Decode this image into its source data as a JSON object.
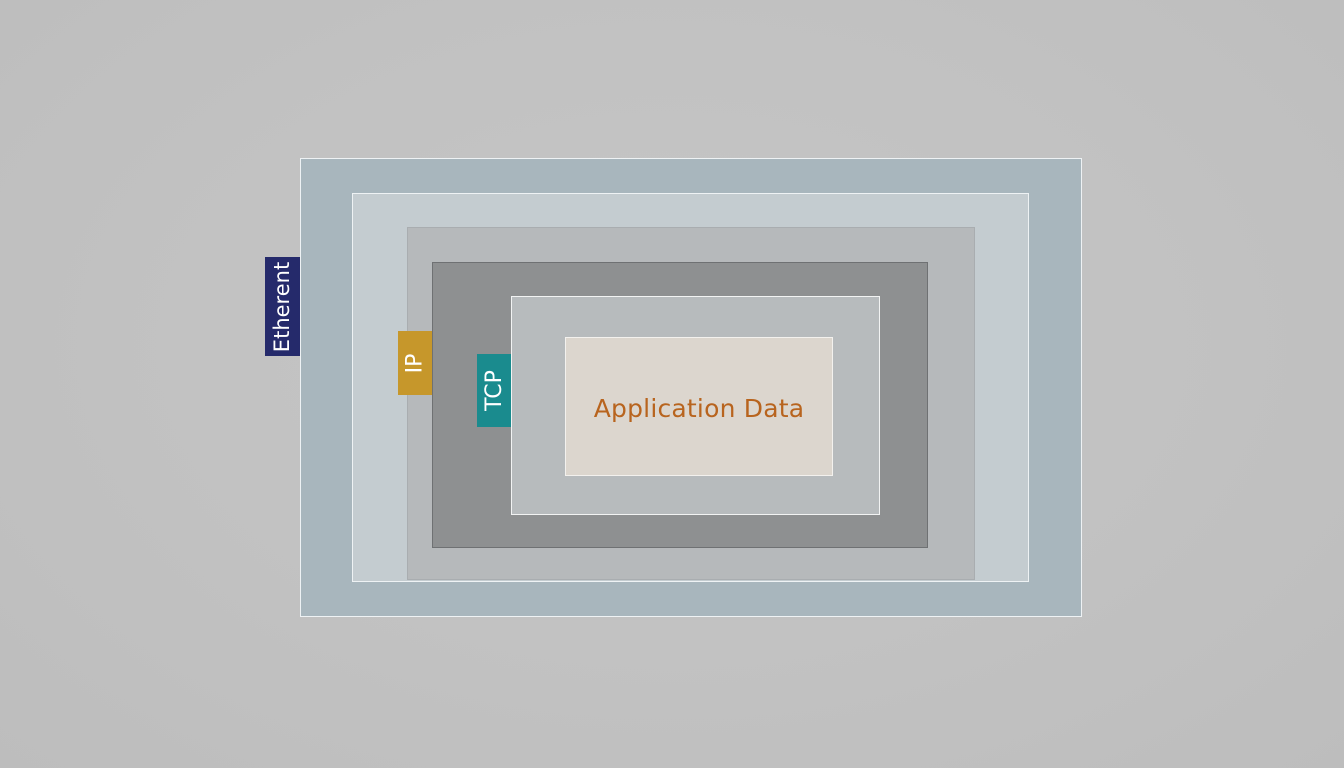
{
  "diagram": {
    "layers": {
      "ethernet": {
        "label": "Etherent",
        "tag_color": "#252a6b",
        "fill": "#a8b6bd"
      },
      "ip": {
        "label": "IP",
        "tag_color": "#c6972b",
        "fill": "#c4ccd0"
      },
      "tcp": {
        "label": "TCP",
        "tag_color": "#1a8b8e",
        "fill": "#8e9091"
      },
      "application": {
        "label": "Application Data",
        "text_color": "#b8641e",
        "fill": "#dcd6ce"
      }
    }
  }
}
